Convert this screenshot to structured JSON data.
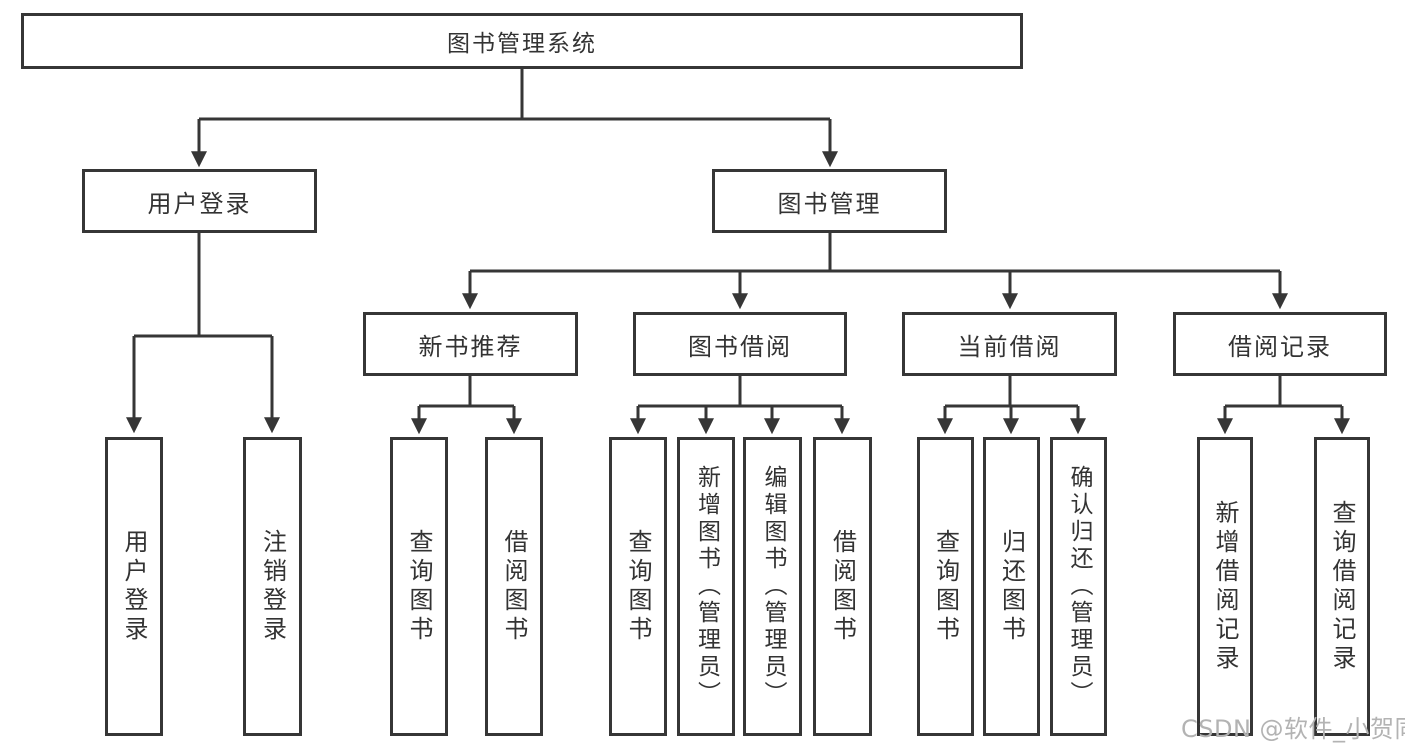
{
  "diagram_type": "hierarchy-tree",
  "colors": {
    "line": "#363636",
    "border": "#363636",
    "text": "#333333",
    "watermark": "#b3b3b3",
    "background": "#ffffff"
  },
  "tree": {
    "label": "图书管理系统",
    "children": [
      {
        "label": "用户登录",
        "children": [
          {
            "label": "用户登录"
          },
          {
            "label": "注销登录"
          }
        ]
      },
      {
        "label": "图书管理",
        "children": [
          {
            "label": "新书推荐",
            "children": [
              {
                "label": "查询图书"
              },
              {
                "label": "借阅图书"
              }
            ]
          },
          {
            "label": "图书借阅",
            "children": [
              {
                "label": "查询图书"
              },
              {
                "label": "新增图书（管理员）"
              },
              {
                "label": "编辑图书（管理员）"
              },
              {
                "label": "借阅图书"
              }
            ]
          },
          {
            "label": "当前借阅",
            "children": [
              {
                "label": "查询图书"
              },
              {
                "label": "归还图书"
              },
              {
                "label": "确认归还（管理员）"
              }
            ]
          },
          {
            "label": "借阅记录",
            "children": [
              {
                "label": "新增借阅记录"
              },
              {
                "label": "查询借阅记录"
              }
            ]
          }
        ]
      }
    ]
  },
  "watermark": {
    "text": "CSDN @软件_小贺同学"
  }
}
